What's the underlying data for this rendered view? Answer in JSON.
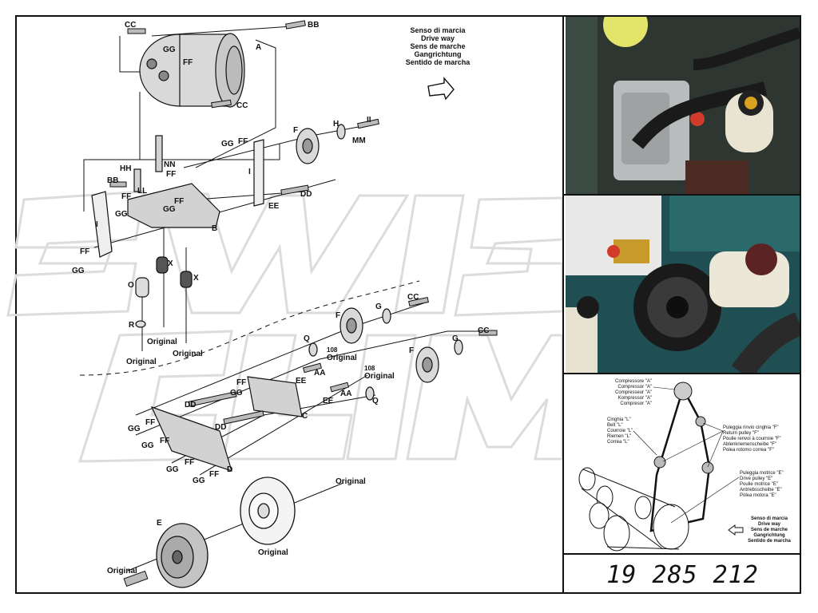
{
  "direction_main": {
    "lines": [
      "Senso di marcia",
      "Drive way",
      "Sens de marche",
      "Gangrichtung",
      "Sentido de marcha"
    ]
  },
  "direction_small": {
    "lines": [
      "Senso di marcia",
      "Drive way",
      "Sens de marche",
      "Gangrichtung",
      "Sentido de marcha"
    ]
  },
  "legend": {
    "compressor": [
      "Compressore \"A\"",
      "Compressor \"A\"",
      "Compresseur \"A\"",
      "Kompressor \"A\"",
      "Compresor \"A\""
    ],
    "belt": [
      "Cinghia \"L\"",
      "Belt \"L\"",
      "Courroie \"L\"",
      "Riemen \"L\"",
      "Correa \"L\""
    ],
    "return_pulley": [
      "Puleggia rinvio cinghia \"F\"",
      "Return pulley \"F\"",
      "Poulie renvoi à courroie \"F\"",
      "Ablenkriemenscheibe \"F\"",
      "Polea rotomo correa \"F\""
    ],
    "drive_pulley": [
      "Puleggia motrice \"E\"",
      "Drive pulley \"E\"",
      "Poulie motrice \"E\"",
      "Antriebsscheibe \"E\"",
      "Polea motora \"E\""
    ]
  },
  "part_number": "19 285 212",
  "watermark": "SWISS CLIMA",
  "labels": {
    "CC": "CC",
    "BB": "BB",
    "A": "A",
    "GG": "GG",
    "FF": "FF",
    "F": "F",
    "H": "H",
    "II": "II",
    "MM": "MM",
    "HH": "HH",
    "NN": "NN",
    "LL": "LL",
    "I": "I",
    "B": "B",
    "EE": "EE",
    "DD": "DD",
    "X": "X",
    "O": "O",
    "R": "R",
    "G": "G",
    "Q": "Q",
    "AA": "AA",
    "C": "C",
    "D": "D",
    "E": "E",
    "original": "Original",
    "n108": "108"
  },
  "colors": {
    "line": "#111111",
    "part_fill": "#d9d9d9",
    "watermark": "#e6e6e6",
    "photo_dark": "#2f3a34",
    "photo_teal": "#2f6b6b"
  }
}
